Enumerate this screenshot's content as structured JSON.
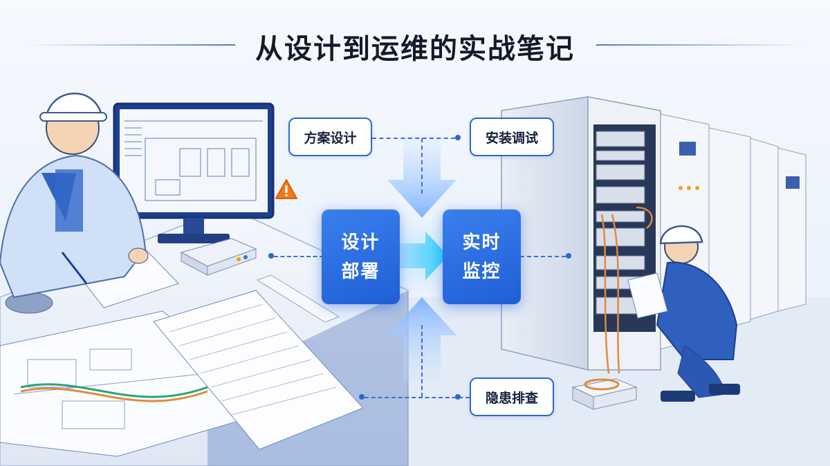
{
  "title": "从设计到运维的实战笔记",
  "labels": {
    "scheme_design": "方案设计",
    "install_debug": "安装调试",
    "hazard_check": "隐患排查"
  },
  "center_left": {
    "line1": "设计",
    "line2": "部署"
  },
  "center_right": {
    "line1": "实时",
    "line2": "监控"
  },
  "colors": {
    "accent": "#2d66d1",
    "title_text": "#131a2b",
    "warning": "#f07a1a"
  },
  "icons": [
    "warning-icon",
    "arrow-right-icon",
    "arrow-down-icon",
    "arrow-up-icon"
  ]
}
